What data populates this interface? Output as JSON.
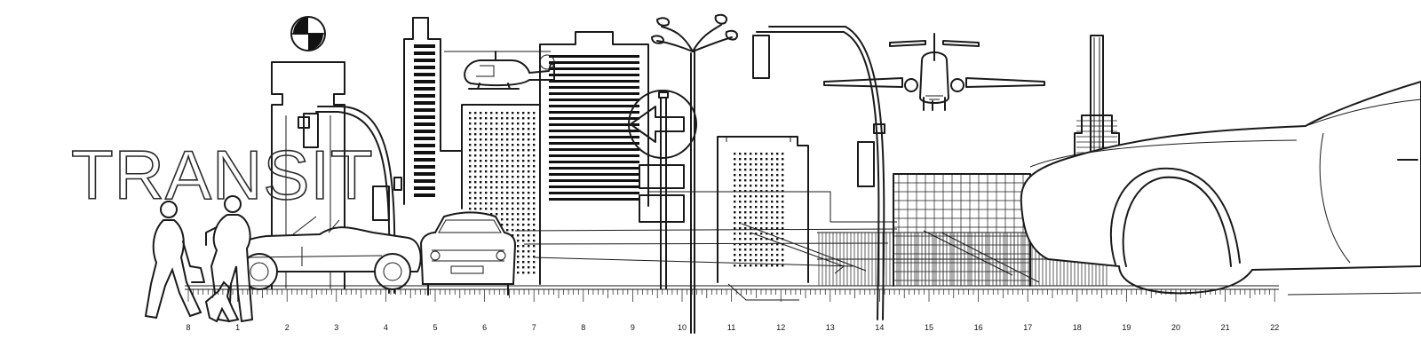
{
  "title": "TRANSIT",
  "ruler": {
    "labels": [
      "8",
      "1",
      "2",
      "3",
      "4",
      "5",
      "6",
      "7",
      "8",
      "9",
      "10",
      "11",
      "12",
      "13",
      "14",
      "15",
      "16",
      "17",
      "18",
      "19",
      "20",
      "21",
      "22"
    ]
  },
  "icons": {
    "logo": "circle-split-logo",
    "sign": "left-arrow-sign",
    "aircraft": [
      "helicopter",
      "airplane"
    ],
    "vehicles": [
      "roadster",
      "sedan",
      "sports-car"
    ],
    "figures": [
      "pedestrian",
      "pedestrian",
      "dog"
    ],
    "street": [
      "traffic-light",
      "traffic-light",
      "street-lamp"
    ]
  },
  "colors": {
    "line": "#1a1a1a",
    "background": "#ffffff"
  }
}
